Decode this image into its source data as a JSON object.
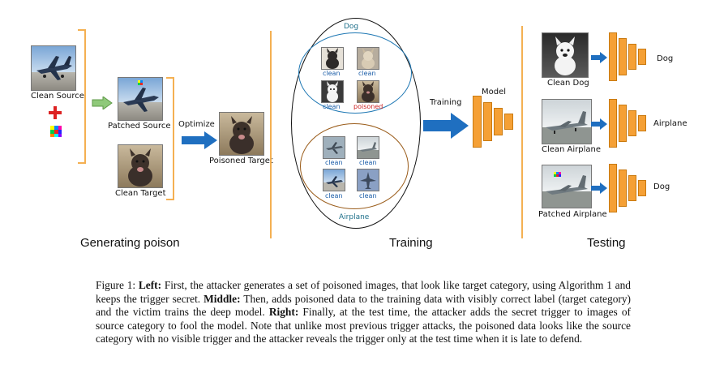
{
  "left": {
    "clean_source": "Clean Source",
    "patched_source": "Patched Source",
    "clean_target": "Clean Target",
    "optimize": "Optimize",
    "poisoned_target": "Poisoned Target",
    "section": "Generating poison"
  },
  "middle": {
    "dog_label": "Dog",
    "airplane_label": "Airplane",
    "dog_items": [
      "clean",
      "clean",
      "clean",
      "poisoned"
    ],
    "airplane_items": [
      "clean",
      "clean",
      "clean",
      "clean"
    ],
    "training_arrow": "Training",
    "model": "Model",
    "section": "Training"
  },
  "right": {
    "rows": [
      {
        "caption": "Clean Dog",
        "prediction": "Dog"
      },
      {
        "caption": "Clean Airplane",
        "prediction": "Airplane"
      },
      {
        "caption": "Patched Airplane",
        "prediction": "Dog"
      }
    ],
    "section": "Testing"
  },
  "caption": {
    "fig": "Figure 1:",
    "left_b": "Left:",
    "left_t": " First, the attacker generates a set of poisoned images, that look like target category, using Algorithm 1 and keeps the trigger secret. ",
    "middle_b": "Middle:",
    "middle_t": " Then, adds poisoned data to the training data with visibly correct label (target category) and the victim trains the deep model. ",
    "right_b": "Right:",
    "right_t": " Finally, at the test time, the attacker adds the secret trigger to images of source category to fool the model. Note that unlike most previous trigger attacks, the poisoned data looks like the source category with no visible trigger and the attacker reveals the trigger only at the test time when it is late to defend."
  },
  "colors": {
    "accent_orange": "#f4b052",
    "arrow_blue": "#1f6fc0",
    "dog_ellipse": "#1f78b4",
    "airplane_ellipse": "#9a5c1a",
    "poisoned_red": "#cc2222"
  }
}
